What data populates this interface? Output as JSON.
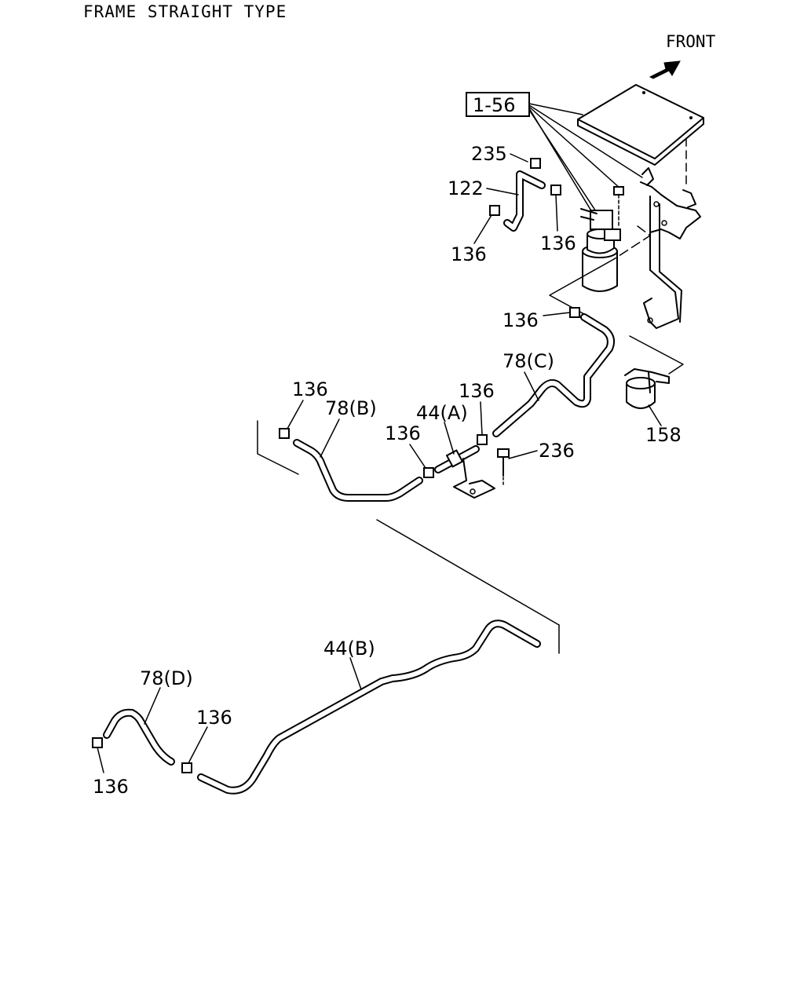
{
  "header": {
    "title": "FRAME STRAIGHT TYPE"
  },
  "orientation": {
    "front_label": "FRONT"
  },
  "callouts": {
    "ref_box": "1-56",
    "c235": "235",
    "c122": "122",
    "c136_a": "136",
    "c136_b": "136",
    "c136_c": "136",
    "c78c": "78(C)",
    "c136_d": "136",
    "c136_e": "136",
    "c78b": "78(B)",
    "c44a": "44(A)",
    "c136_f": "136",
    "c236": "236",
    "c158": "158",
    "c44b": "44(B)",
    "c78d": "78(D)",
    "c136_g": "136",
    "c136_h": "136"
  },
  "icons": {
    "front_arrow": "front-arrow-icon",
    "clip": "hose-clip-icon"
  }
}
